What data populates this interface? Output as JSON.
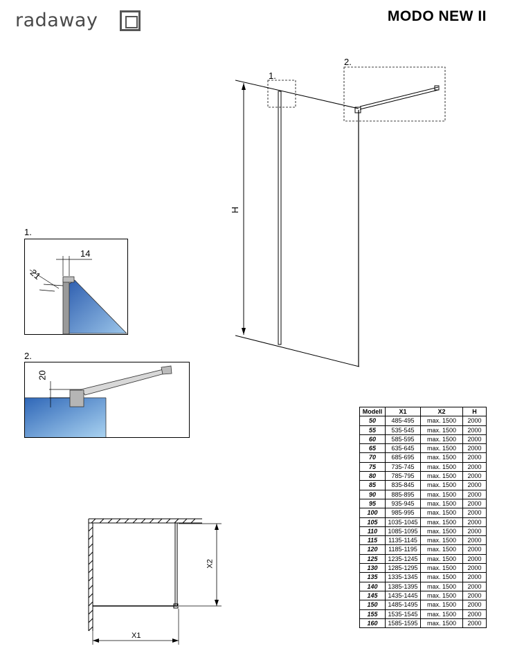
{
  "brand": {
    "logo_text": "radaway"
  },
  "product": {
    "title": "MODO NEW  II"
  },
  "main_drawing": {
    "detail_1_label": "1.",
    "detail_2_label": "2.",
    "height_label": "H"
  },
  "detail_1": {
    "label": "1.",
    "dim_width": "14",
    "dim_depth": "21"
  },
  "detail_2": {
    "label": "2.",
    "dim_height": "20"
  },
  "plan_view": {
    "x1_label": "X1",
    "x2_label": "X2"
  },
  "spec_table": {
    "headers": [
      "Modell",
      "X1",
      "X2",
      "H"
    ],
    "rows": [
      [
        "50",
        "485-495",
        "max. 1500",
        "2000"
      ],
      [
        "55",
        "535-545",
        "max. 1500",
        "2000"
      ],
      [
        "60",
        "585-595",
        "max. 1500",
        "2000"
      ],
      [
        "65",
        "635-645",
        "max. 1500",
        "2000"
      ],
      [
        "70",
        "685-695",
        "max. 1500",
        "2000"
      ],
      [
        "75",
        "735-745",
        "max. 1500",
        "2000"
      ],
      [
        "80",
        "785-795",
        "max. 1500",
        "2000"
      ],
      [
        "85",
        "835-845",
        "max. 1500",
        "2000"
      ],
      [
        "90",
        "885-895",
        "max. 1500",
        "2000"
      ],
      [
        "95",
        "935-945",
        "max. 1500",
        "2000"
      ],
      [
        "100",
        "985-995",
        "max. 1500",
        "2000"
      ],
      [
        "105",
        "1035-1045",
        "max. 1500",
        "2000"
      ],
      [
        "110",
        "1085-1095",
        "max. 1500",
        "2000"
      ],
      [
        "115",
        "1135-1145",
        "max. 1500",
        "2000"
      ],
      [
        "120",
        "1185-1195",
        "max. 1500",
        "2000"
      ],
      [
        "125",
        "1235-1245",
        "max. 1500",
        "2000"
      ],
      [
        "130",
        "1285-1295",
        "max. 1500",
        "2000"
      ],
      [
        "135",
        "1335-1345",
        "max. 1500",
        "2000"
      ],
      [
        "140",
        "1385-1395",
        "max. 1500",
        "2000"
      ],
      [
        "145",
        "1435-1445",
        "max. 1500",
        "2000"
      ],
      [
        "150",
        "1485-1495",
        "max. 1500",
        "2000"
      ],
      [
        "155",
        "1535-1545",
        "max. 1500",
        "2000"
      ],
      [
        "160",
        "1585-1595",
        "max. 1500",
        "2000"
      ]
    ]
  }
}
